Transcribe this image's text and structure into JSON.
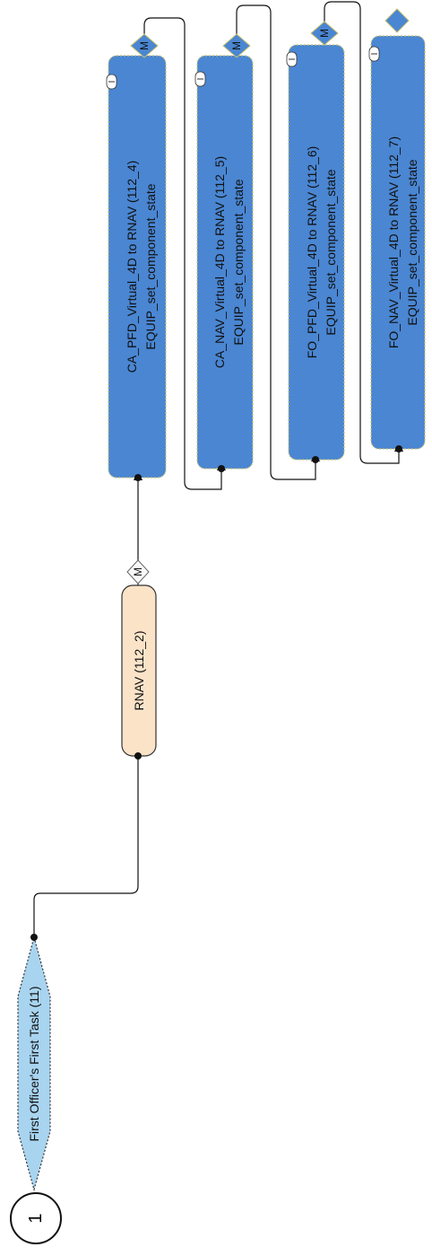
{
  "diagram": {
    "start_node": {
      "label": "1"
    },
    "first_task": {
      "label": "First Officer's First Task (11)"
    },
    "rnav_node": {
      "label": "RNAV (112_2)",
      "marker": "M"
    },
    "equip_nodes": [
      {
        "title": "CA_PFD_Virtual_4D to RNAV (112_4)",
        "subtitle": "EQUIP_set_component_state",
        "marker": "M"
      },
      {
        "title": "CA_NAV_Virtual_4D to RNAV (112_5)",
        "subtitle": "EQUIP_set_component_state",
        "marker": "M"
      },
      {
        "title": "FO_PFD_Virtual_4D to RNAV (112_6)",
        "subtitle": "EQUIP_set_component_state",
        "marker": "M"
      },
      {
        "title": "FO_NAV_Virtual_4D to RNAV (112_7)",
        "subtitle": "EQUIP_set_component_state",
        "marker": ""
      }
    ],
    "colors": {
      "equip_fill": "#4a86d2",
      "equip_border": "#c8c070",
      "task_fill": "#a8d4f0",
      "rnav_fill": "#fbe3c8",
      "line": "#111111"
    }
  }
}
